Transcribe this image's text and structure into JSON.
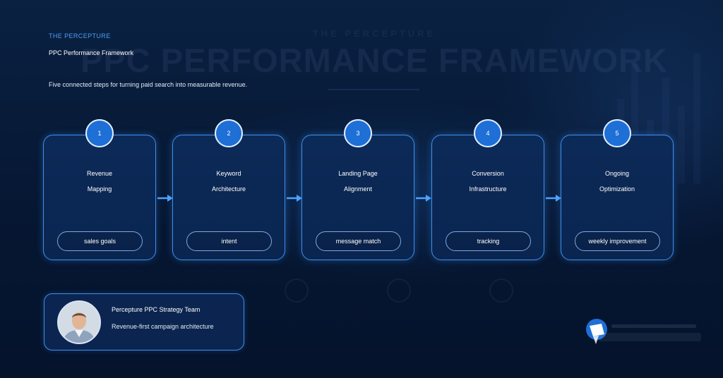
{
  "header": {
    "kicker": "THE PERCEPTURE",
    "title": "PPC Performance Framework",
    "subtitle": "Five connected steps for turning paid search into measurable revenue."
  },
  "watermark": {
    "kicker": "THE PERCEPTURE",
    "title": "PPC PERFORMANCE FRAMEWORK"
  },
  "steps": [
    {
      "number": "1",
      "line1": "Revenue",
      "line2": "Mapping",
      "tag": "sales goals"
    },
    {
      "number": "2",
      "line1": "Keyword",
      "line2": "Architecture",
      "tag": "intent"
    },
    {
      "number": "3",
      "line1": "Landing Page",
      "line2": "Alignment",
      "tag": "message match"
    },
    {
      "number": "4",
      "line1": "Conversion",
      "line2": "Infrastructure",
      "tag": "tracking"
    },
    {
      "number": "5",
      "line1": "Ongoing",
      "line2": "Optimization",
      "tag": "weekly improvement"
    }
  ],
  "team": {
    "name": "Percepture PPC Strategy Team",
    "description": "Revenue-first campaign architecture"
  },
  "colors": {
    "background": "#071a33",
    "accent": "#3d8ff0",
    "badge": "#1e6fd6",
    "kicker": "#4d9ff0"
  },
  "icons": {
    "connector": "arrow-right-icon",
    "logo": "percepture-logo"
  }
}
